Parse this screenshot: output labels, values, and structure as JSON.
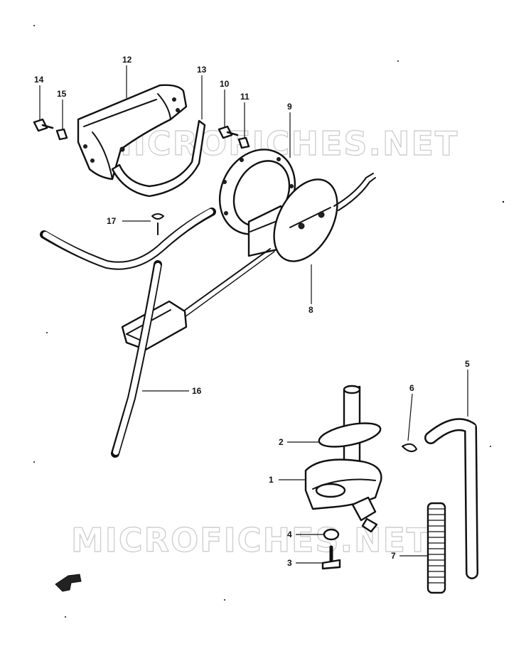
{
  "watermark": "MICROFICHES.NET",
  "callouts": {
    "c1": "1",
    "c2": "2",
    "c3": "3",
    "c4": "4",
    "c5": "5",
    "c6": "6",
    "c7": "7",
    "c8": "8",
    "c9": "9",
    "c10": "10",
    "c11": "11",
    "c12": "12",
    "c13": "13",
    "c14": "14",
    "c15": "15",
    "c16": "16",
    "c17": "17"
  }
}
